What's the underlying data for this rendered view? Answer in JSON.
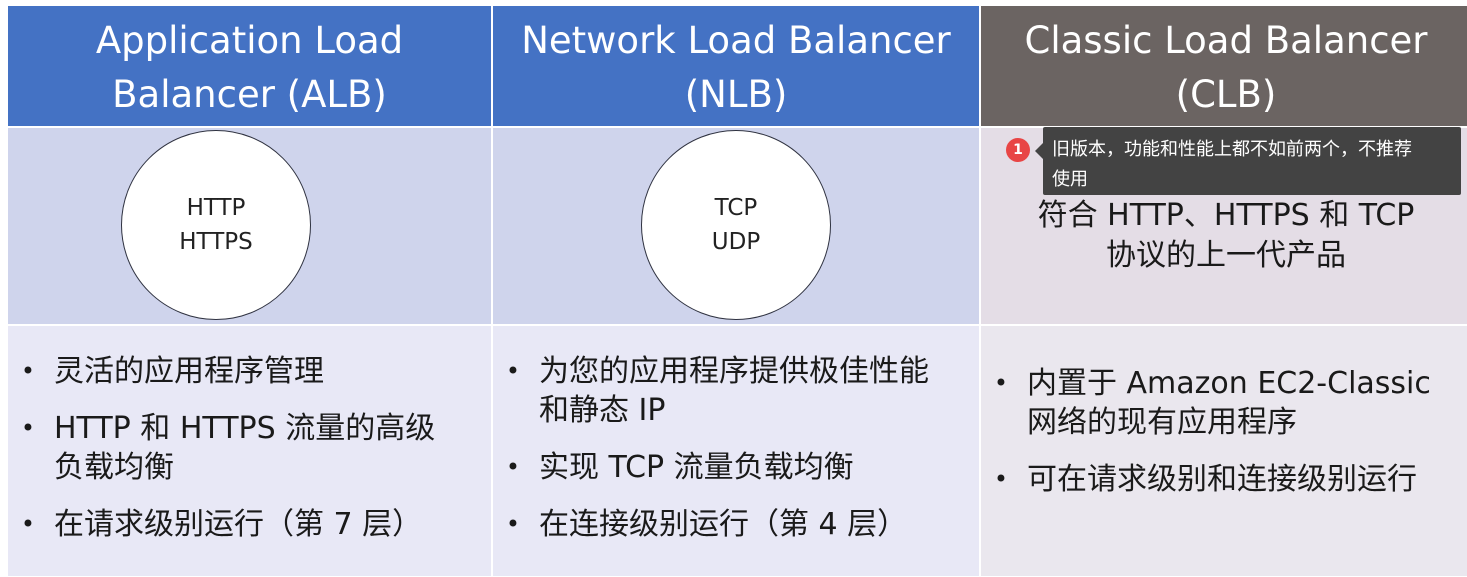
{
  "columns": [
    {
      "header_line1": "Application Load",
      "header_line2": "Balancer (ALB)",
      "protocol_line1": "HTTP",
      "protocol_line2": "HTTPS",
      "bullets": [
        {
          "line1": "灵活的应用程序管理"
        },
        {
          "line1": "HTTP 和 HTTPS 流量的高级",
          "line2": "负载均衡"
        },
        {
          "line1": "在请求级别运行（第 7 层）"
        }
      ]
    },
    {
      "header_line1": "Network Load Balancer",
      "header_line2": "(NLB)",
      "protocol_line1": "TCP",
      "protocol_line2": "UDP",
      "bullets": [
        {
          "line1": "为您的应用程序提供极佳性能",
          "line2": "和静态 IP"
        },
        {
          "line1": "实现 TCP 流量负载均衡"
        },
        {
          "line1": "在连接级别运行（第 4 层）"
        }
      ]
    },
    {
      "header_line1": "Classic Load Balancer",
      "header_line2": "(CLB)",
      "description_line1": "符合 HTTP、HTTPS 和 TCP",
      "description_line2": "协议的上一代产品",
      "bullets": [
        {
          "line1": "内置于 Amazon EC2-Classic",
          "line2": "网络的现有应用程序"
        },
        {
          "line1": "可在请求级别和连接级别运行"
        }
      ]
    }
  ],
  "bullet_symbol": "•",
  "annotation": {
    "badge_number": "1",
    "note_line1": "旧版本，功能和性能上都不如前两个，不推荐",
    "note_line2": "使用"
  },
  "colors": {
    "header_blue": "#4472c4",
    "header_gray": "#6b6462",
    "mid_blue": "#cfd4ec",
    "bottom_blue": "#e8e8f6",
    "badge_red": "#e84545"
  }
}
